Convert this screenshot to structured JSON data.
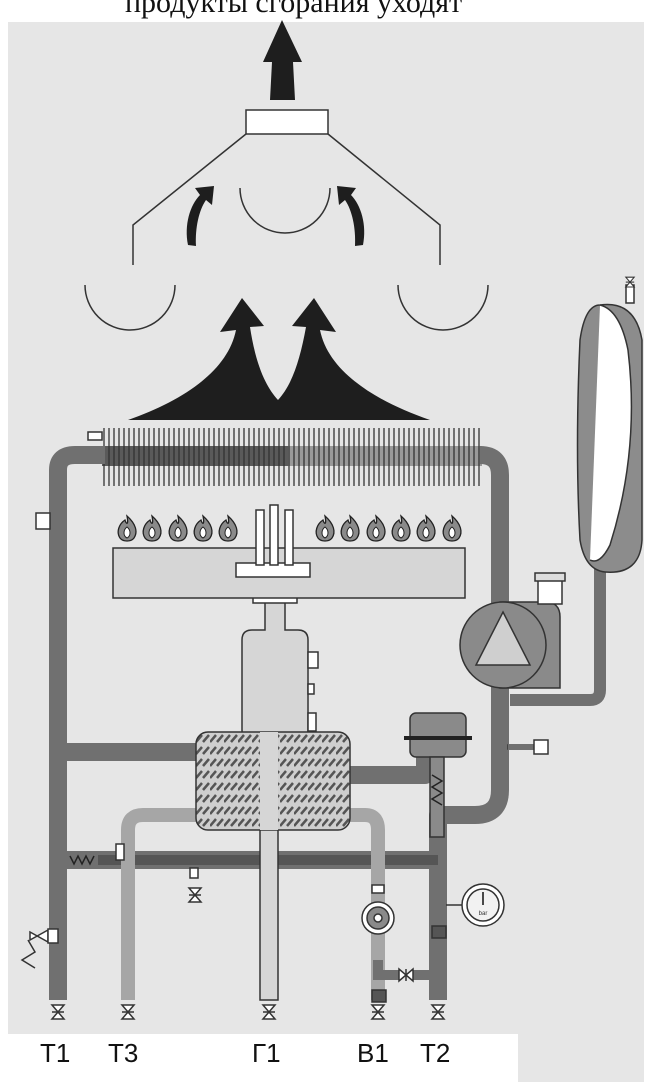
{
  "header": {
    "clipped_text": "продукты сгорания уходят"
  },
  "ports": [
    {
      "id": "T1",
      "label": "Т1"
    },
    {
      "id": "T3",
      "label": "Т3"
    },
    {
      "id": "G1",
      "label": "Г1"
    },
    {
      "id": "B1",
      "label": "В1"
    },
    {
      "id": "T2",
      "label": "Т2"
    }
  ],
  "gauge": {
    "unit": "bar"
  },
  "colors": {
    "background": "#e6e6e6",
    "heating_circuit": "#707070",
    "dhw_circuit": "#a6a6a6",
    "gas_line": "#d6d6d6",
    "arrows": "#1e1e1e",
    "expansion_tank": "#8c8c8c"
  }
}
